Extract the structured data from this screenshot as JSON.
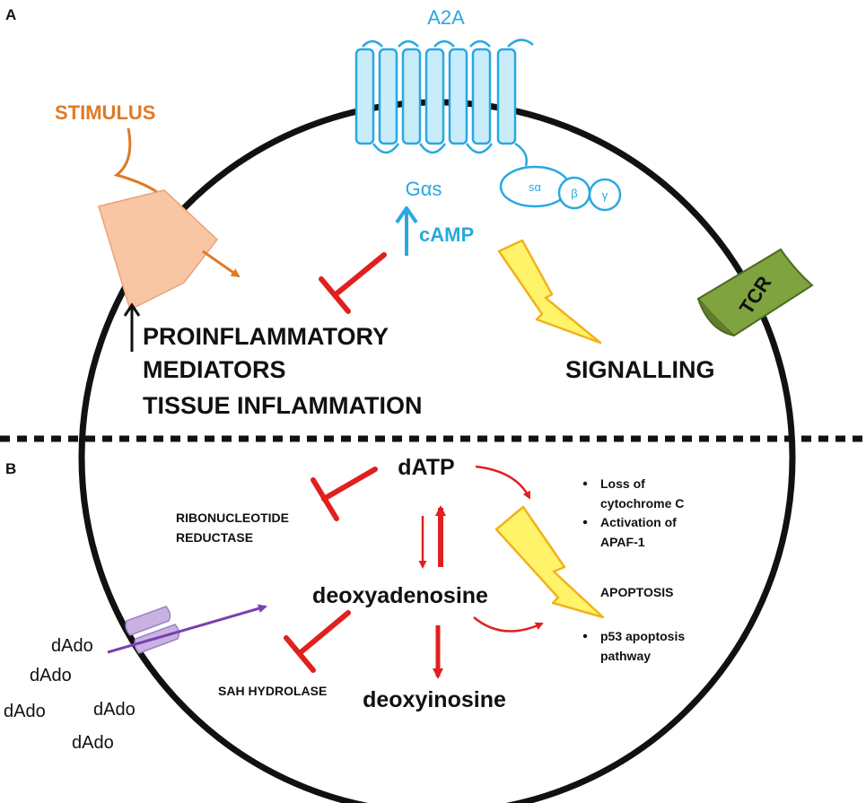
{
  "panels": {
    "a_label": "A",
    "b_label": "B"
  },
  "receptor": {
    "name": "A2A",
    "galpha": "Gαs",
    "subunit_s": "sα",
    "subunit_b": "β",
    "subunit_g": "γ",
    "camp": "cAMP",
    "color": "#29a8e0"
  },
  "stimulus": {
    "label": "STIMULUS",
    "color": "#e07a25",
    "receptor_fill": "#f9c6a4"
  },
  "top_labels": {
    "line1": "PROINFLAMMATORY",
    "line2": "MEDIATORS",
    "line3": "TISSUE INFLAMMATION",
    "signalling": "SIGNALLING"
  },
  "tcr": {
    "label": "TCR",
    "fill": "#7fa33f"
  },
  "bottom": {
    "datp": "dATP",
    "deoxyadenosine": "deoxyadenosine",
    "deoxyinosine": "deoxyinosine",
    "rr_line1": "RIBONUCLEOTIDE",
    "rr_line2": "REDUCTASE",
    "sah": "SAH HYDROLASE",
    "apoptosis": "APOPTOSIS",
    "bullets": {
      "b1_line1": "Loss of",
      "b1_line2": "cytochrome C",
      "b2_line1": "Activation of",
      "b2_line2": "APAF-1",
      "b3_line1": "p53 apoptosis",
      "b3_line2": "pathway"
    },
    "dado": [
      "dAdo",
      "dAdo",
      "dAdo",
      "dAdo",
      "dAdo"
    ]
  },
  "colors": {
    "inhibit": "#e02020",
    "lightning_fill": "#fff36a",
    "lightning_stroke": "#f2b21a",
    "transporter": "#c9b2e3",
    "transport_arrow": "#7b3fb0"
  }
}
